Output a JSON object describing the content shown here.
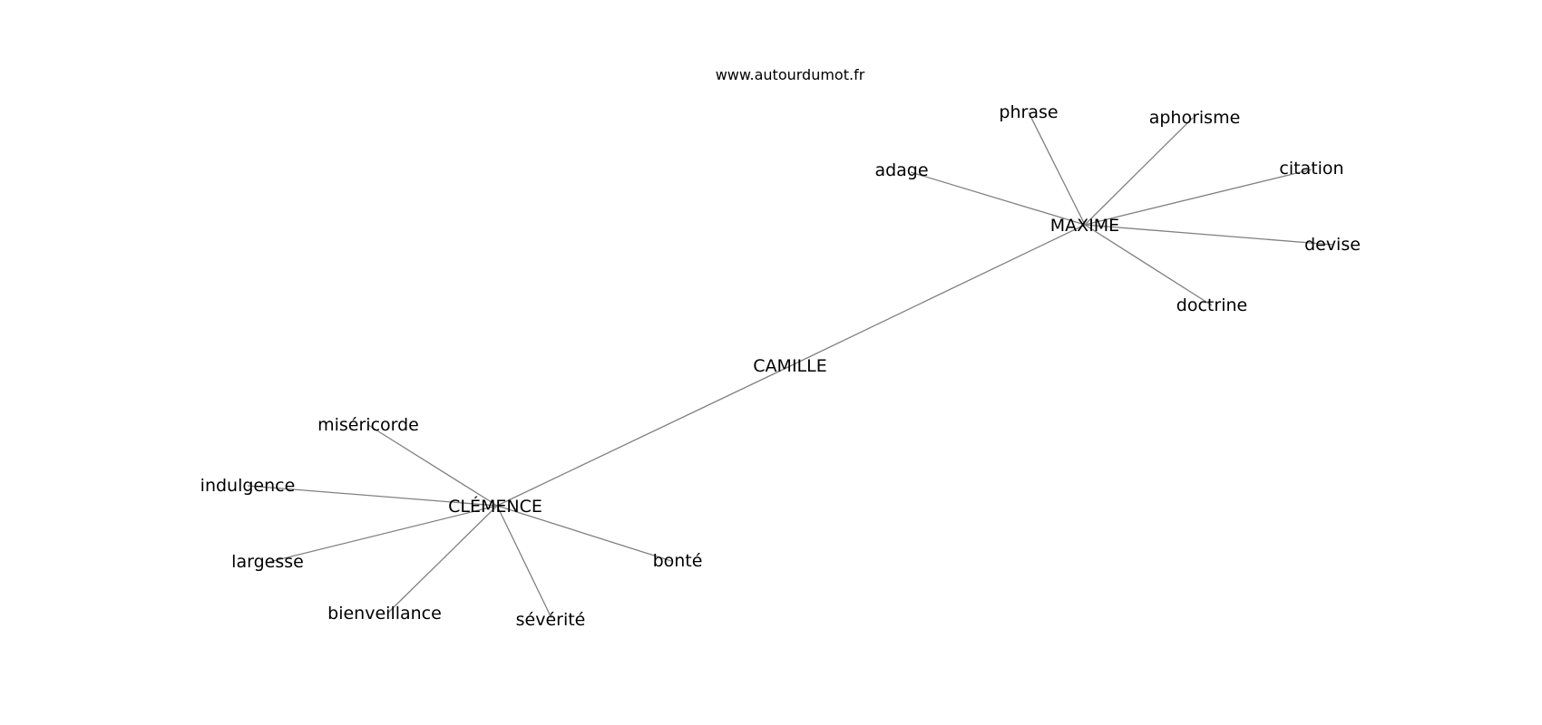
{
  "header": {
    "site": "www.autourdumot.fr"
  },
  "graph": {
    "center": "CAMILLE",
    "hubs": [
      {
        "label": "MAXIME",
        "neighbors": [
          "phrase",
          "aphorisme",
          "adage",
          "citation",
          "devise",
          "doctrine"
        ]
      },
      {
        "label": "CLÉMENCE",
        "neighbors": [
          "miséricorde",
          "indulgence",
          "largesse",
          "bienveillance",
          "sévérité",
          "bonté"
        ]
      }
    ]
  }
}
